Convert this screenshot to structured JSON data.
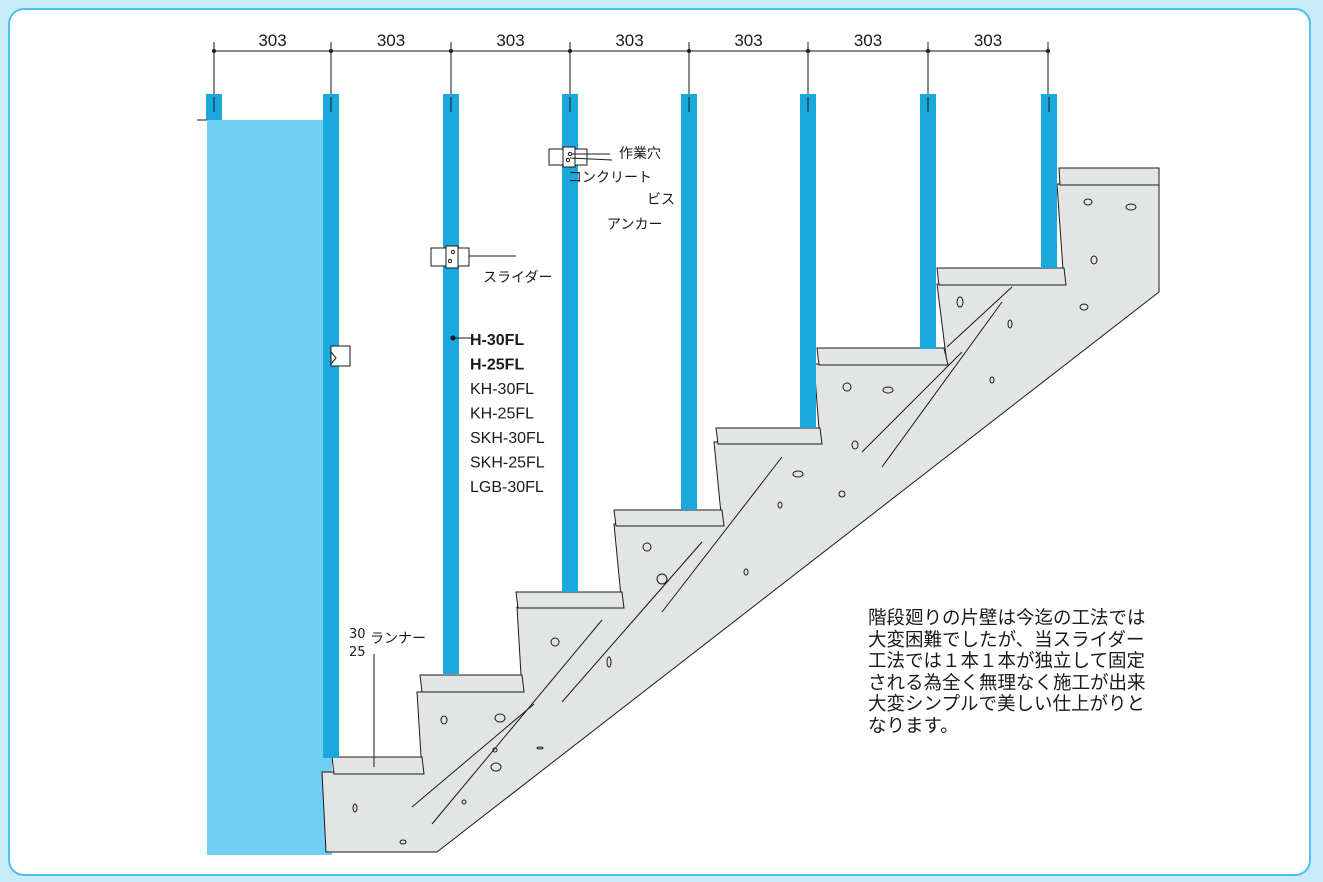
{
  "dimensions": [
    "303",
    "303",
    "303",
    "303",
    "303",
    "303",
    "303"
  ],
  "labels": {
    "work_hole": "作業穴",
    "concrete": "コンクリート",
    "screw": "ビス",
    "anchor": "アンカー",
    "slider": "スライダー",
    "runner": "ランナー",
    "runner_size_top": "30",
    "runner_size_bottom": "25"
  },
  "models": [
    {
      "name": "H-30FL",
      "bold": true
    },
    {
      "name": "H-25FL",
      "bold": true
    },
    {
      "name": "KH-30FL",
      "bold": false
    },
    {
      "name": "KH-25FL",
      "bold": false
    },
    {
      "name": "SKH-30FL",
      "bold": false
    },
    {
      "name": "SKH-25FL",
      "bold": false
    },
    {
      "name": "LGB-30FL",
      "bold": false
    }
  ],
  "description": [
    "階段廻りの片壁は今迄の工法では",
    "大変困難でしたが、当スライダー",
    "工法では１本１本が独立して固定",
    "される為全く無理なく施工が出来",
    "大変シンプルで美しい仕上がりと",
    "なります。"
  ],
  "colors": {
    "stud": "#1aa8dd",
    "wall": "#72cff4",
    "concrete": "#e3e4e4",
    "outline": "#1a1a1a",
    "frame_border": "#4cc1ee",
    "background": "#c9ebfa"
  }
}
